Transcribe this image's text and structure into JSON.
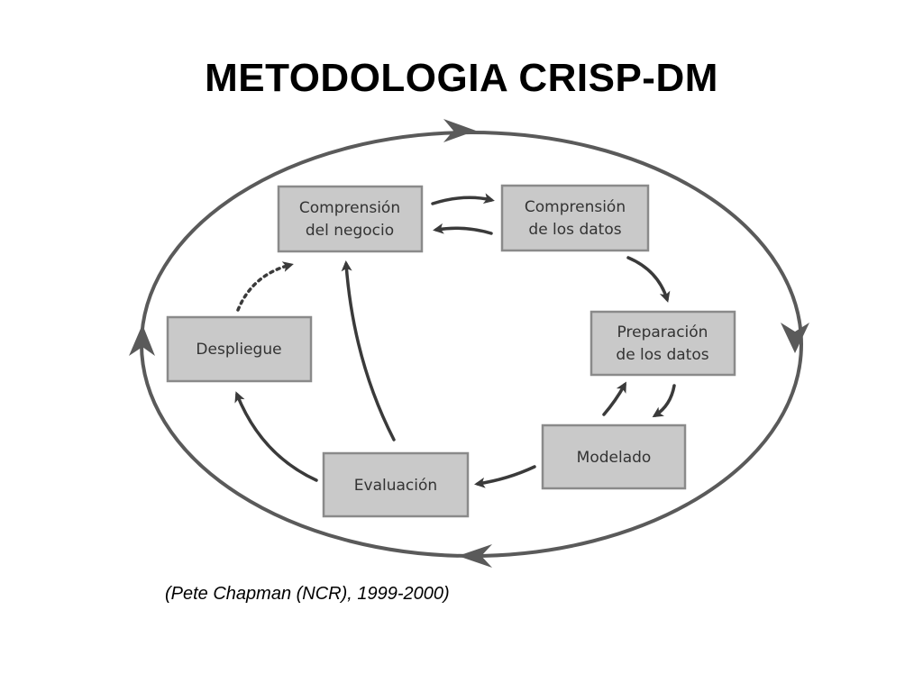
{
  "title": "METODOLOGIA CRISP-DM",
  "nodes": {
    "business": {
      "line1": "Comprensión",
      "line2": "del negocio"
    },
    "data_understanding": {
      "line1": "Comprensión",
      "line2": "de los datos"
    },
    "data_preparation": {
      "line1": "Preparación",
      "line2": "de los datos"
    },
    "modeling": {
      "label": "Modelado"
    },
    "evaluation": {
      "label": "Evaluación"
    },
    "deployment": {
      "label": "Despliegue"
    }
  },
  "citation": "(Pete Chapman (NCR), 1999-2000)",
  "colors": {
    "box_fill": "#c9c9c9",
    "box_border": "#8a8a8a",
    "arrow": "#3a3a3a",
    "ring": "#5a5a5a"
  }
}
